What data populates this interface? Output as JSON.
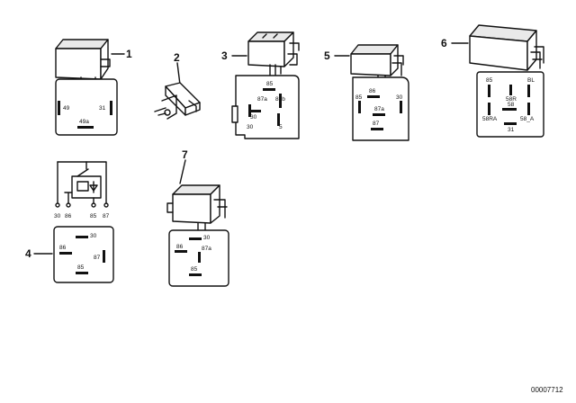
{
  "document_number": "00007712",
  "items": [
    {
      "number": "1",
      "pins": [
        "49",
        "31",
        "49a"
      ]
    },
    {
      "number": "2",
      "pins": []
    },
    {
      "number": "3",
      "pins": [
        "85",
        "30",
        "87a",
        "86b",
        "30",
        "5"
      ]
    },
    {
      "number": "4",
      "pins": [
        "30",
        "86",
        "87",
        "85"
      ]
    },
    {
      "number": "5",
      "pins": [
        "86",
        "85",
        "30",
        "87a",
        "87"
      ]
    },
    {
      "number": "6",
      "pins": [
        "85",
        "BL",
        "58R",
        "58",
        "58RA",
        "58_A",
        "31"
      ]
    },
    {
      "number": "7",
      "pins": [
        "30",
        "86",
        "87a",
        "85"
      ]
    }
  ],
  "schematic": {
    "pins": [
      "30",
      "86",
      "85",
      "87"
    ]
  }
}
